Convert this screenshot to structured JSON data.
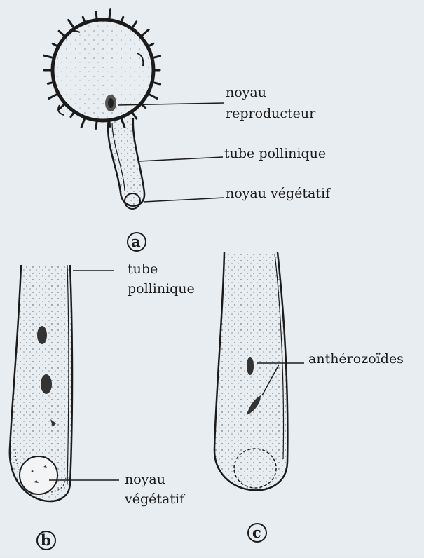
{
  "panels": {
    "a": {
      "letter": "a",
      "labels": {
        "noyau_reproducteur_line1": "noyau",
        "noyau_reproducteur_line2": "reproducteur",
        "tube_pollinique": "tube pollinique",
        "noyau_vegetatif": "noyau végétatif"
      }
    },
    "b": {
      "letter": "b",
      "labels": {
        "tube_line1": "tube",
        "tube_line2": "pollinique",
        "noyau_line1": "noyau",
        "noyau_line2": "végétatif"
      }
    },
    "c": {
      "letter": "c",
      "labels": {
        "antherozoides": "anthérozoïdes"
      }
    }
  },
  "colors": {
    "background": "#e8edf2",
    "ink": "#1b1b1b"
  }
}
